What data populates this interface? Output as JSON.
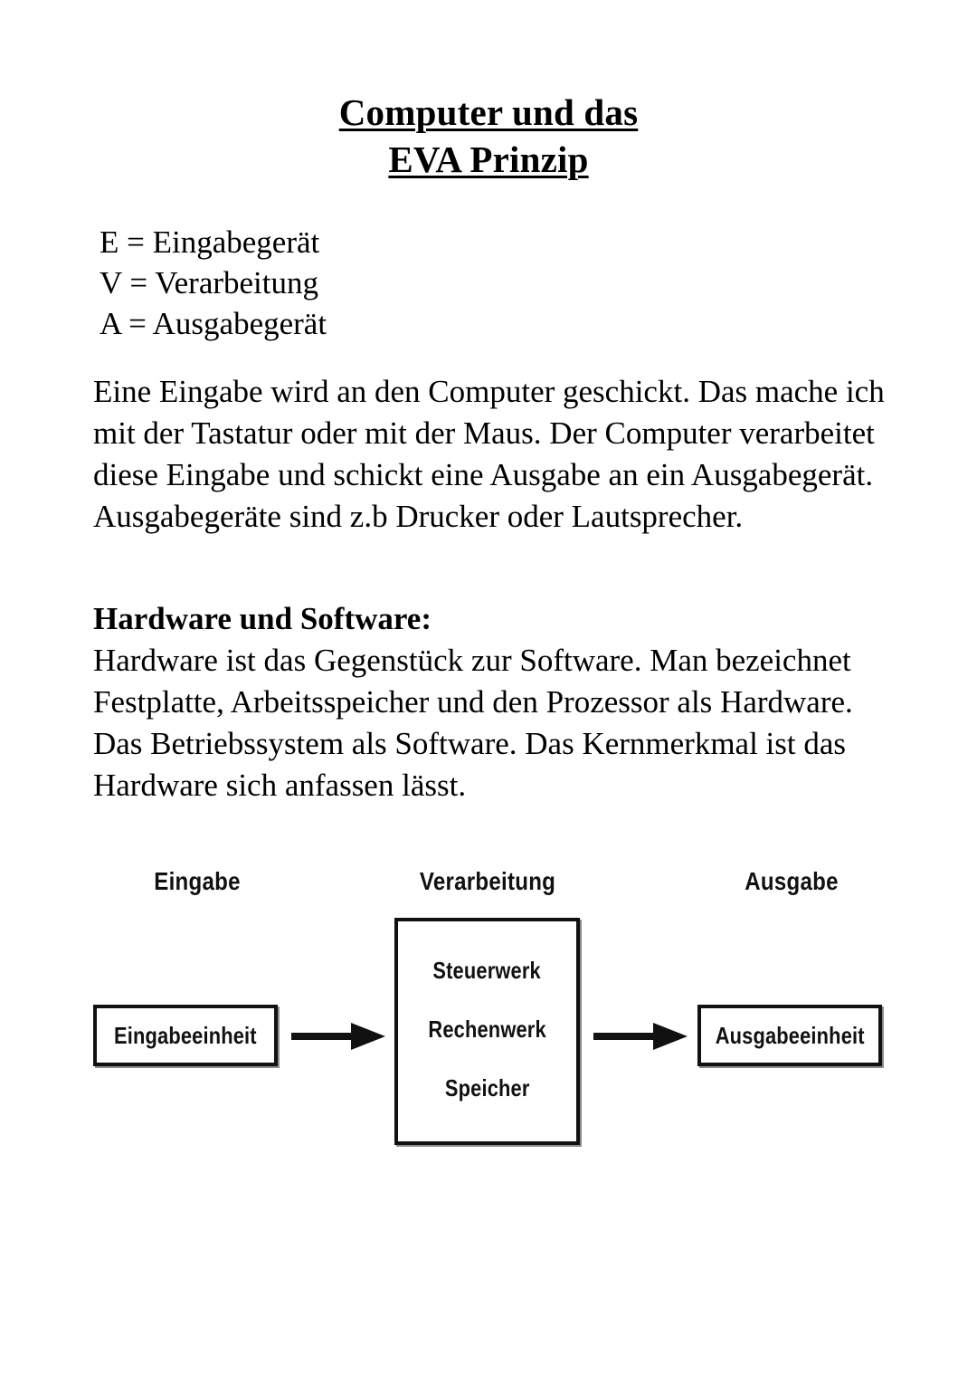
{
  "document": {
    "title_lines": [
      "Computer und das",
      "EVA Prinzip"
    ],
    "eva_definitions": [
      "E = Eingabegerät",
      "V = Verarbeitung",
      "A = Ausgabegerät"
    ],
    "paragraphs": [
      {
        "heading": null,
        "text": "Eine Eingabe wird an den Computer geschickt. Das mache ich mit der Tastatur oder mit der Maus. Der Computer verarbeitet diese Eingabe und schickt eine Ausgabe an ein Ausgabegerät. Ausgabegeräte sind z.b Drucker oder Lautsprecher."
      },
      {
        "heading": "Hardware und Software:",
        "text": "Hardware ist das Gegenstück zur Software. Man bezeichnet Festplatte, Arbeitsspeicher und den Prozessor als Hardware. Das Betriebssystem als Software. Das Kernmerkmal ist das Hardware sich anfassen lässt."
      }
    ]
  },
  "diagram": {
    "column_labels": {
      "input": "Eingabe",
      "processing": "Verarbeitung",
      "output": "Ausgabe"
    },
    "boxes": {
      "input": "Eingabeeinheit",
      "output": "Ausgabeeinheit",
      "processing_items": [
        "Steuerwerk",
        "Rechenwerk",
        "Speicher"
      ]
    },
    "arrows": [
      "input-to-processing",
      "processing-to-output"
    ],
    "colors": {
      "stroke": "#111111",
      "fill": "#ffffff",
      "shadow": "#8a8a8a"
    }
  }
}
